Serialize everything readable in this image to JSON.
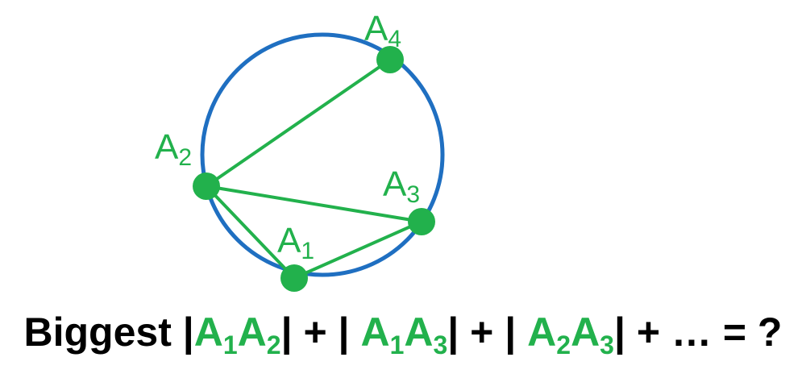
{
  "colors": {
    "circle": "#1f6fc1",
    "chords": "#22b14c",
    "points": "#22b14c",
    "labels": "#22b14c",
    "formula_text": "#000000",
    "formula_terms": "#22b14c"
  },
  "points": [
    {
      "id": "A1",
      "letter": "A",
      "index": "1"
    },
    {
      "id": "A2",
      "letter": "A",
      "index": "2"
    },
    {
      "id": "A3",
      "letter": "A",
      "index": "3"
    },
    {
      "id": "A4",
      "letter": "A",
      "index": "4"
    }
  ],
  "chords": [
    {
      "from": "A2",
      "to": "A4"
    },
    {
      "from": "A2",
      "to": "A3"
    },
    {
      "from": "A2",
      "to": "A1"
    },
    {
      "from": "A1",
      "to": "A3"
    }
  ],
  "formula": {
    "prefix": "Biggest ",
    "bar_open": "|",
    "bar_close": "|",
    "plus": " + ",
    "tail": " + … = ?",
    "terms": [
      {
        "a": {
          "letter": "A",
          "index": "1"
        },
        "b": {
          "letter": "A",
          "index": "2"
        }
      },
      {
        "a": {
          "letter": "A",
          "index": "1"
        },
        "b": {
          "letter": "A",
          "index": "3"
        }
      },
      {
        "a": {
          "letter": "A",
          "index": "2"
        },
        "b": {
          "letter": "A",
          "index": "3"
        }
      }
    ]
  }
}
